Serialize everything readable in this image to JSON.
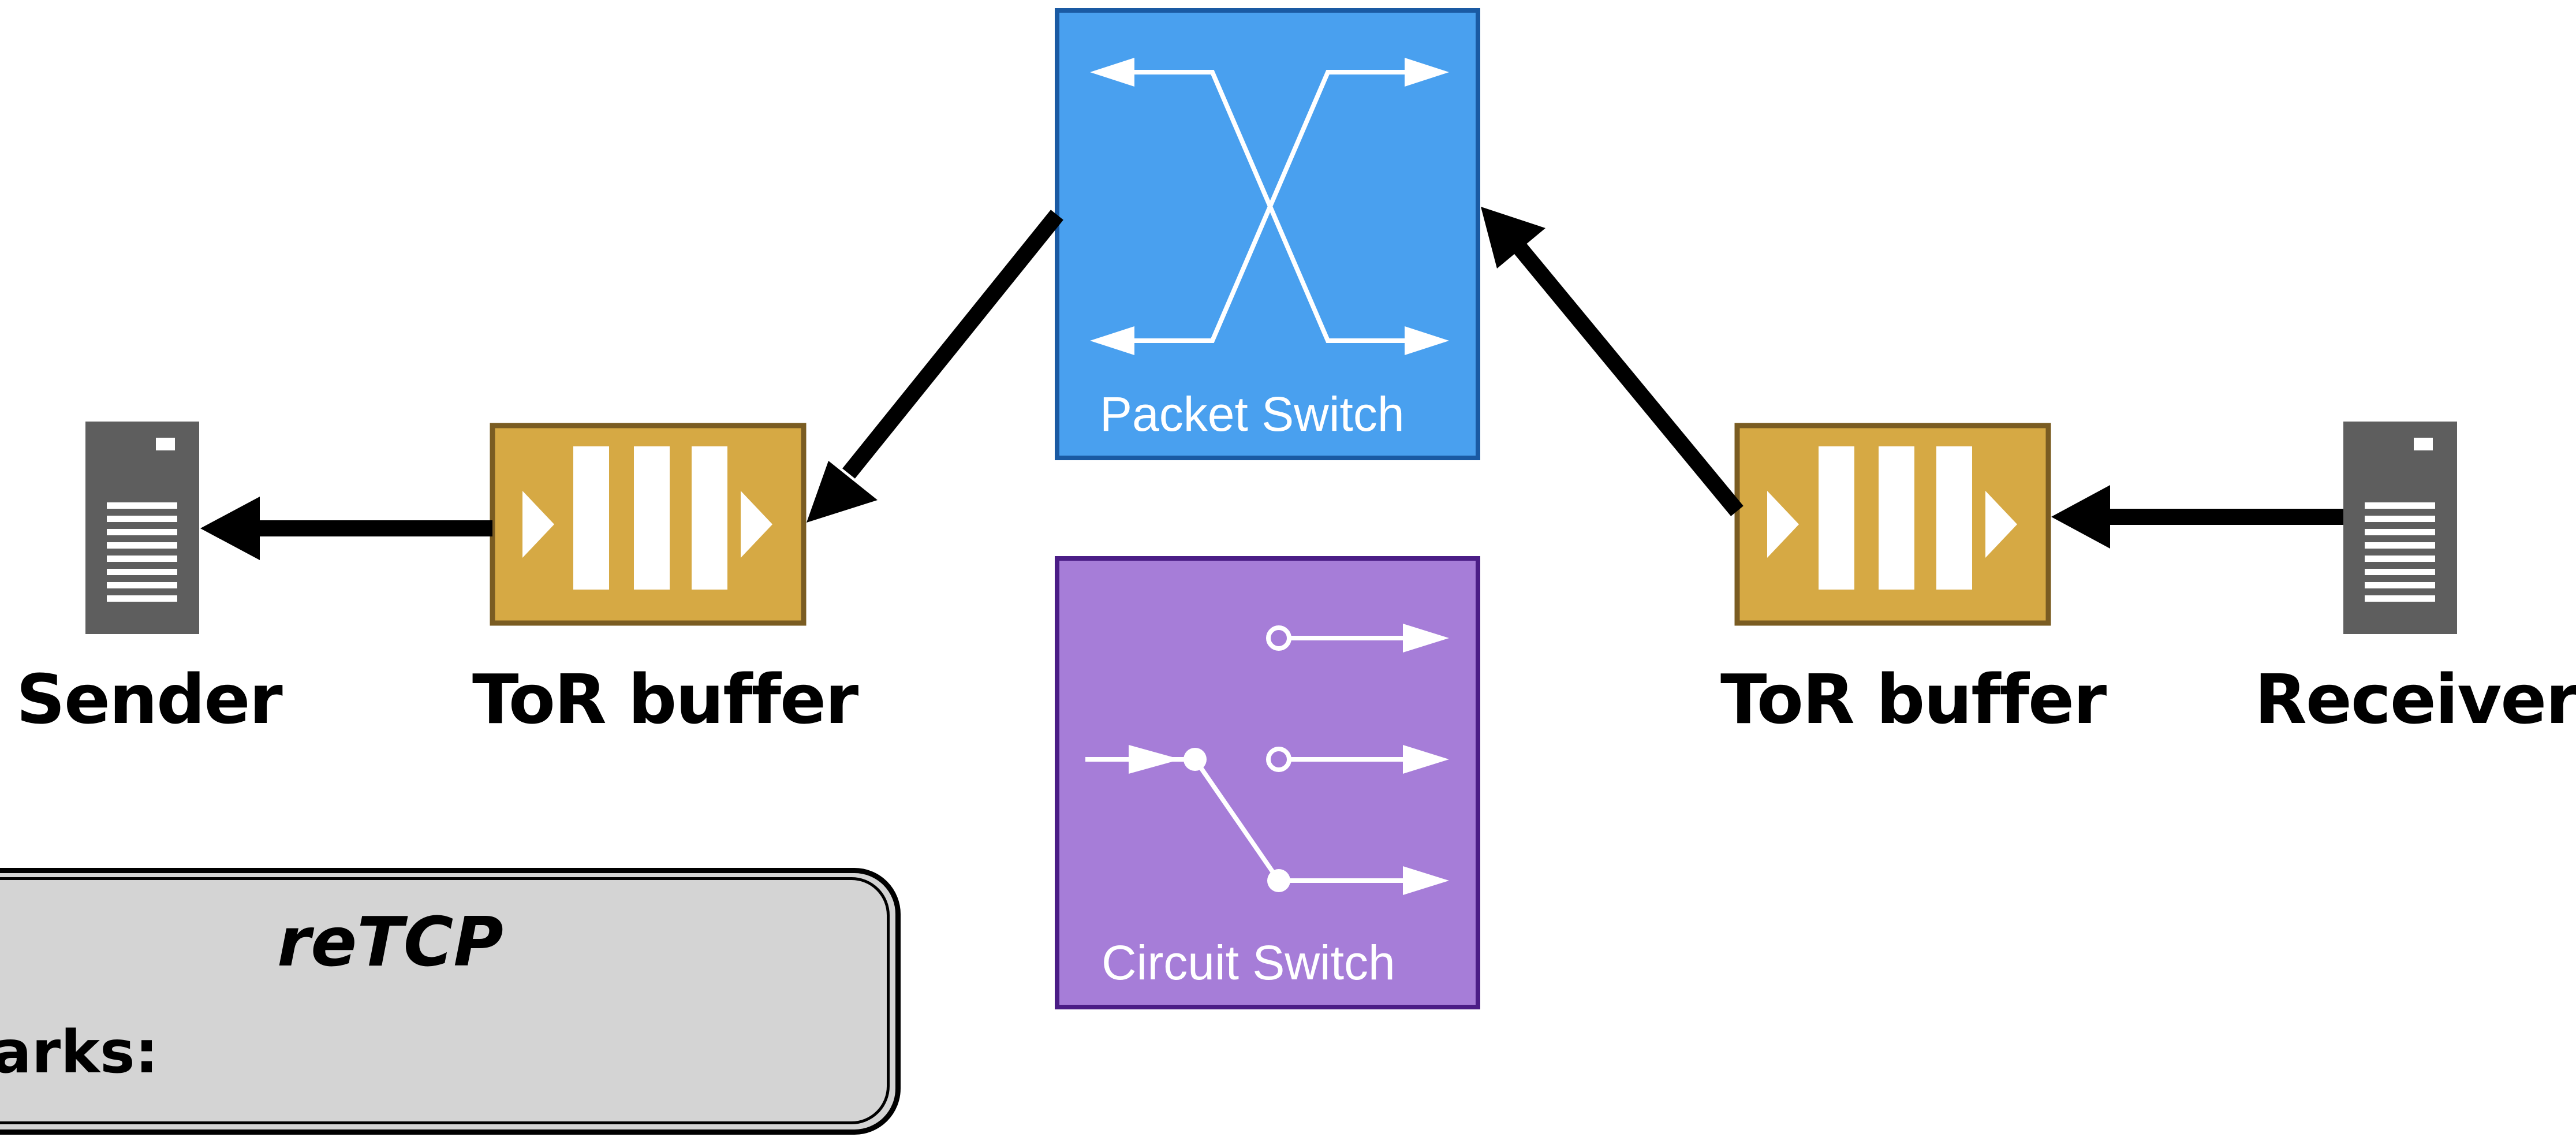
{
  "nodes": {
    "sender": "Sender",
    "tor_left": "ToR buffer",
    "tor_right": "ToR buffer",
    "receiver": "Receiver"
  },
  "switches": {
    "packet": "Packet Switch",
    "circuit": "Circuit Switch"
  },
  "retcp_box": {
    "title": "reTCP",
    "remarks": "arks:"
  },
  "colors": {
    "packet_switch_fill": "#49a0ef",
    "packet_switch_border": "#1a5aa3",
    "circuit_switch_fill": "#a67dd8",
    "circuit_switch_border": "#4b1d86",
    "tor_fill": "#d6a944",
    "tor_border": "#7a5c22",
    "server_fill": "#5e5e5e",
    "arrow": "#000000",
    "retcp_fill": "#d4d4d4"
  },
  "icons": {
    "server": "server-icon",
    "buffer": "queue-icon",
    "packet_switch": "crossbar-icon",
    "circuit_switch": "circuit-toggle-icon"
  }
}
